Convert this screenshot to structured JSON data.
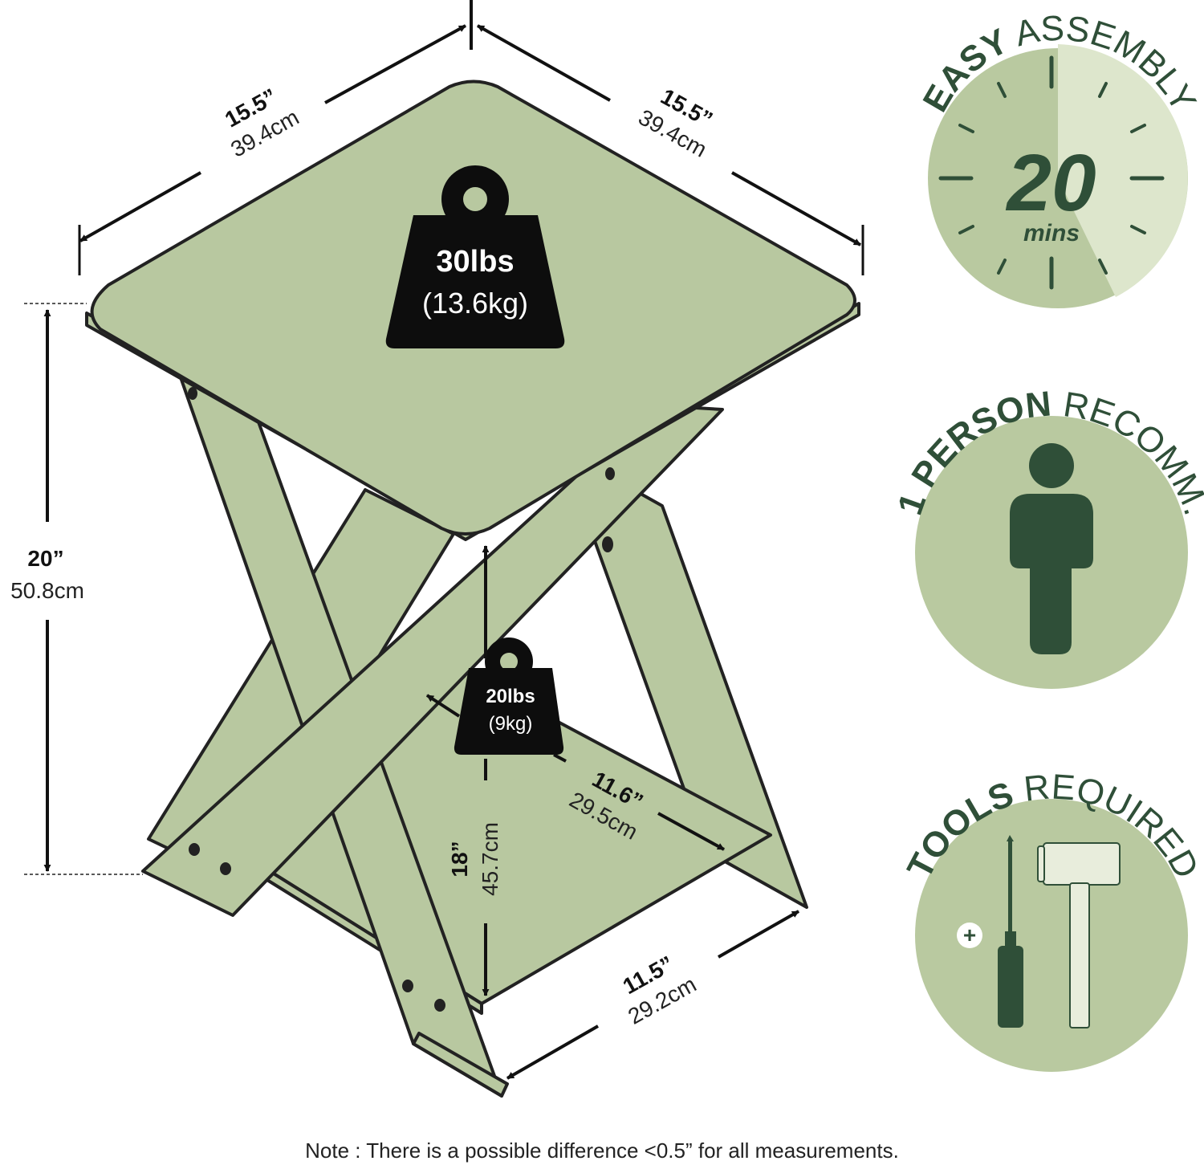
{
  "dimensions": {
    "top_left": {
      "in": "15.5”",
      "cm": "39.4cm"
    },
    "top_right": {
      "in": "15.5”",
      "cm": "39.4cm"
    },
    "height": {
      "in": "20”",
      "cm": "50.8cm"
    },
    "shelf_height": {
      "in": "18”",
      "cm": "45.7cm"
    },
    "shelf_depth": {
      "in": "11.6”",
      "cm": "29.5cm"
    },
    "shelf_width": {
      "in": "11.5”",
      "cm": "29.2cm"
    }
  },
  "weights": {
    "top": {
      "lbs": "30lbs",
      "kg": "(13.6kg)"
    },
    "shelf": {
      "lbs": "20lbs",
      "kg": "(9kg)"
    }
  },
  "badges": {
    "assembly": {
      "bold": "EASY",
      "light": " ASSEMBLY",
      "number": "20",
      "unit": "mins"
    },
    "person": {
      "bold": "1 PERSON",
      "light": " RECOMM."
    },
    "tools": {
      "bold": "TOOLS",
      "light": " REQUIRED",
      "plus": "+"
    }
  },
  "note": "Note : There is a possible difference <0.5” for all measurements.",
  "colors": {
    "table_fill": "#b8c8a0",
    "outline": "#222222",
    "badge_fill": "#b9c9a0",
    "badge_light": "#dde6cc",
    "dark_green": "#2f4f38",
    "weight_fill": "#0d0d0d"
  },
  "icons": [
    "weight-icon",
    "clock-icon",
    "person-icon",
    "screwdriver-icon",
    "mallet-icon"
  ]
}
